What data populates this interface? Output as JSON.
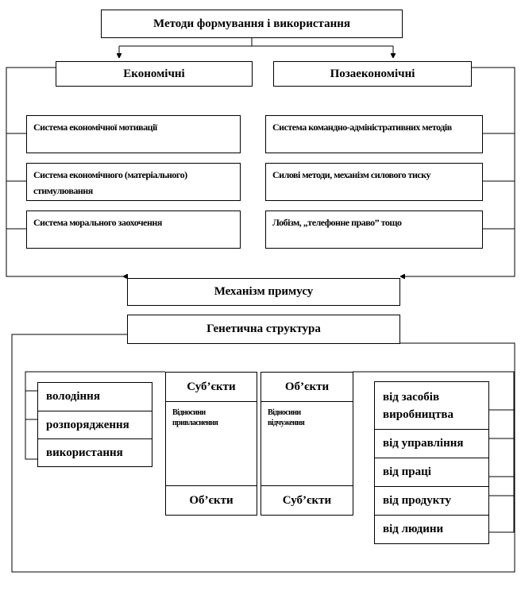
{
  "title": "Методи формування і використання",
  "economic": {
    "label": "Економічні",
    "items": [
      "Система економічної мотивації",
      "Система економічного (матеріального) стимулювання",
      "Система морального заохочення"
    ]
  },
  "noneconomic": {
    "label": "Позаекономічні",
    "items": [
      "Система командно-адміністративних методів",
      "Силові методи, механізм силового тиску",
      "Лобізм, „телефонне право” тощо"
    ]
  },
  "coercion": "Механізм примусу",
  "genetic": "Генетична структура",
  "rights": [
    "володіння",
    "розпорядження",
    "використання"
  ],
  "appropriation": {
    "top": "Суб’єкти",
    "relation": "Відносини привласнення",
    "bottom": "Об’єкти"
  },
  "alienation": {
    "top": "Об’єкти",
    "relation": "Відносини відчуження",
    "bottom": "Суб’єкти"
  },
  "alienation_from": [
    "від засобів виробництва",
    "від управління",
    "від праці",
    "від продукту",
    "від людини"
  ]
}
